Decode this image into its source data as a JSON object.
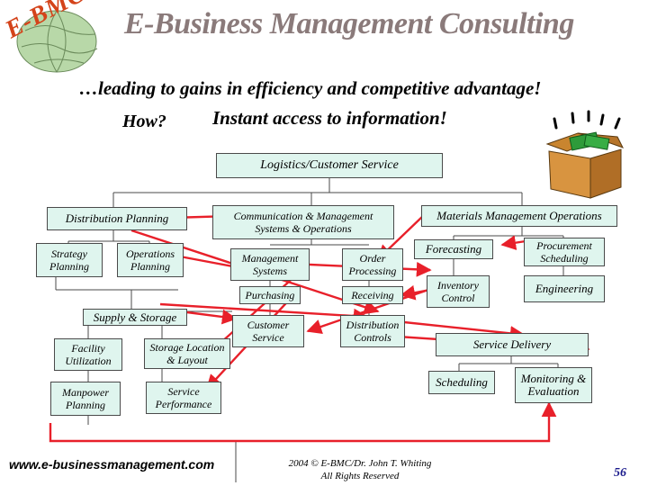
{
  "header": {
    "logo_text": "E-BMC",
    "title": "E-Business Management Consulting",
    "tagline": "…leading to gains in efficiency and competitive advantage!",
    "how": "How?",
    "instant": "Instant access to information!"
  },
  "colors": {
    "box_fill": "#dff5ee",
    "arrow": "#e8202a",
    "line": "#4a4a4a",
    "title": "#8a7a7a"
  },
  "boxes": {
    "logistics": "Logistics/Customer Service",
    "distribution_planning": "Distribution Planning",
    "strategy_planning": "Strategy Planning",
    "operations_planning": "Operations Planning",
    "communication": "Communication & Management Systems & Operations",
    "management_systems": "Management Systems",
    "order_processing": "Order Processing",
    "purchasing": "Purchasing",
    "receiving": "Receiving",
    "customer_service": "Customer Service",
    "distribution_controls": "Distribution Controls",
    "materials_mgmt": "Materials Management Operations",
    "forecasting": "Forecasting",
    "procurement": "Procurement Scheduling",
    "inventory": "Inventory Control",
    "engineering": "Engineering",
    "supply_storage": "Supply & Storage",
    "facility": "Facility Utilization",
    "storage_location": "Storage Location & Layout",
    "manpower": "Manpower Planning",
    "service_performance": "Service Performance",
    "service_delivery": "Service Delivery",
    "scheduling": "Scheduling",
    "monitoring": "Monitoring & Evaluation"
  },
  "footer": {
    "url": "www.e-businessmanagement.com",
    "copyright_line1": "2004 © E-BMC/Dr. John T. Whiting",
    "copyright_line2": "All Rights Reserved",
    "page": "56"
  }
}
